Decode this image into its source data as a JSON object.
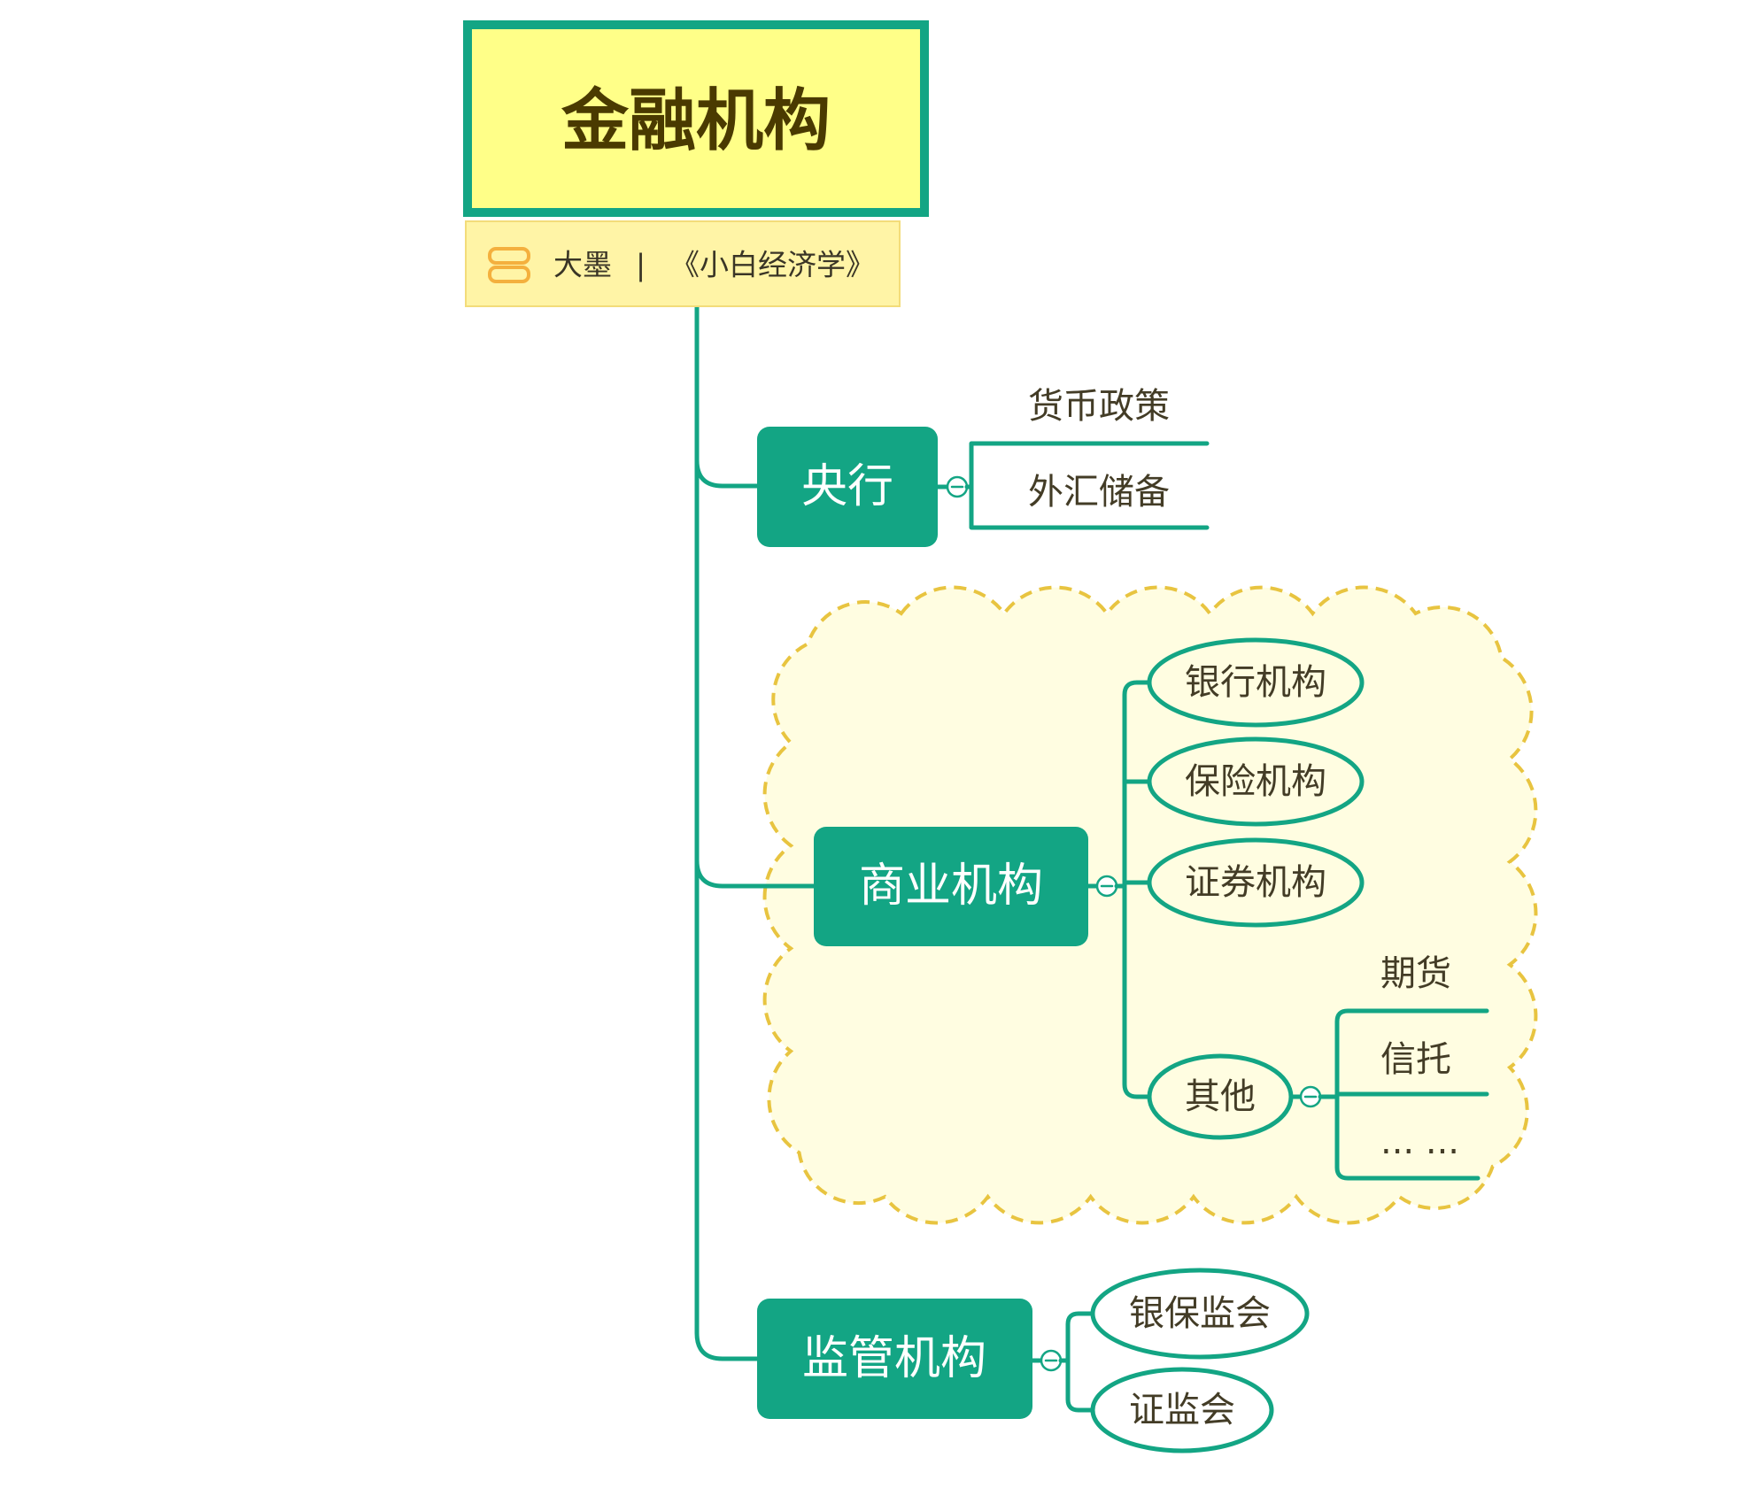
{
  "root": {
    "title": "金融机构",
    "note": {
      "author": "大墨",
      "separator": "|",
      "book": "《小白经济学》"
    }
  },
  "central_bank": {
    "label": "央行",
    "topics": [
      "货币政策",
      "外汇储备"
    ]
  },
  "commercial": {
    "label": "商业机构",
    "topics": [
      "银行机构",
      "保险机构",
      "证券机构",
      "其他"
    ],
    "other_topics": [
      "期货",
      "信托",
      "... ..."
    ]
  },
  "regulatory": {
    "label": "监管机构",
    "topics": [
      "银保监会",
      "证监会"
    ]
  },
  "colors": {
    "branch": "#13a584",
    "root_fill": "#ffff88",
    "root_text": "#4a3a00",
    "note_fill": "#fff4a6",
    "note_border": "#f3dc7a",
    "note_icon": "#f4b03e",
    "boundary_fill": "#fffde1",
    "boundary_stroke": "#e8c440",
    "topic_text": "#433c26",
    "node_text": "#ffffff"
  },
  "icons": {
    "note": "note-icon",
    "collapse": "minus-circle-icon"
  }
}
